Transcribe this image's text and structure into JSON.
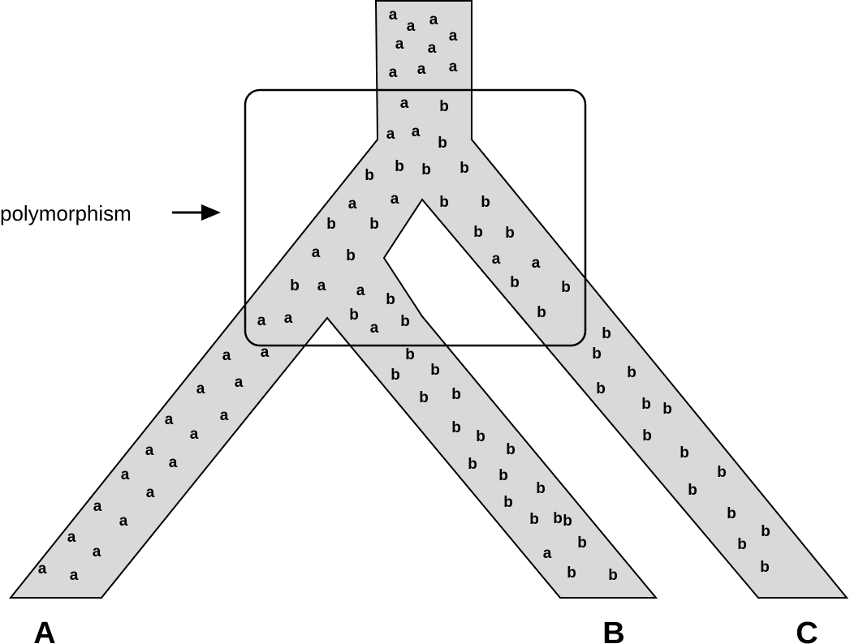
{
  "diagram": {
    "callout": "polymorphism",
    "species": [
      "A",
      "B",
      "C"
    ],
    "alleles": [
      "a",
      "a",
      "a",
      "a",
      "a",
      "a",
      "a",
      "a",
      "a",
      "b",
      "a",
      "a",
      "b",
      "b",
      "a",
      "b",
      "b",
      "b",
      "a",
      "a",
      "b",
      "b",
      "b",
      "b",
      "a",
      "b",
      "b",
      "b",
      "a",
      "a",
      "b",
      "a",
      "b",
      "a",
      "a",
      "b",
      "b",
      "a",
      "b",
      "b",
      "a",
      "b",
      "b",
      "a",
      "a",
      "b",
      "b",
      "a",
      "a",
      "b",
      "b",
      "a",
      "a",
      "b",
      "b",
      "b",
      "b",
      "a",
      "a",
      "b",
      "b",
      "b",
      "b",
      "a",
      "a",
      "b",
      "b",
      "b",
      "b",
      "a",
      "a",
      "b",
      "b",
      "b",
      "b",
      "a",
      "a",
      "b",
      "b",
      "b",
      "a",
      "a",
      "b",
      "b",
      "b",
      "b",
      "a",
      "a",
      "b",
      "b",
      "b",
      "b"
    ],
    "colors": {
      "lineage_fill": "#d9d9d9",
      "stroke": "#000000",
      "background": "#ffffff"
    }
  }
}
